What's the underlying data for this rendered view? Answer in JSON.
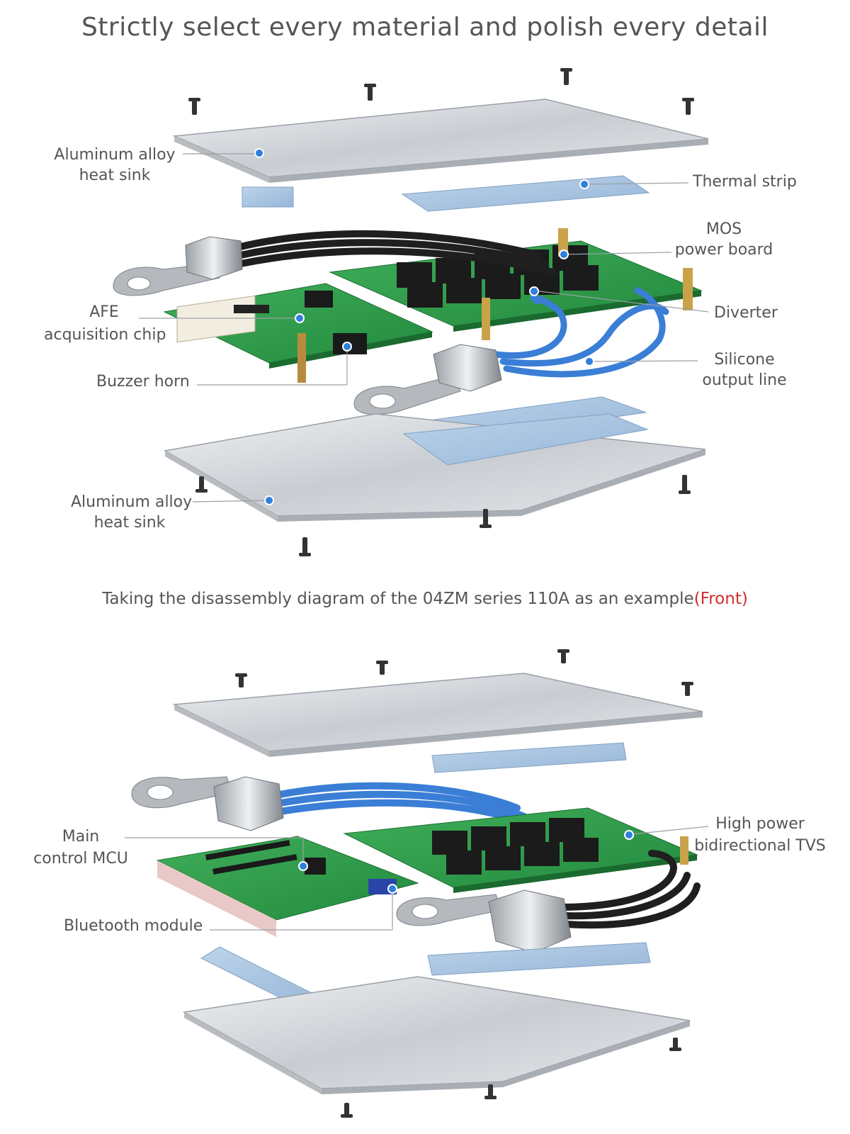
{
  "title": "Strictly select every material and polish every detail",
  "caption": {
    "main": "Taking the disassembly diagram of the 04ZM series 110A as an example",
    "highlight": "(Front)",
    "highlight_color": "#d62a2a"
  },
  "front_labels": {
    "top_heat_sink": [
      "Aluminum alloy",
      "heat sink"
    ],
    "thermal_strip": "Thermal strip",
    "mos_board": [
      "MOS",
      "power board"
    ],
    "afe_chip": [
      "AFE",
      "acquisition chip"
    ],
    "diverter": "Diverter",
    "buzzer": "Buzzer horn",
    "silicone_line": [
      "Silicone",
      "output line"
    ],
    "bottom_heat_sink": [
      "Aluminum alloy",
      "heat sink"
    ]
  },
  "back_labels": {
    "tvs": [
      "High power",
      "bidirectional TVS"
    ],
    "mcu": [
      "Main",
      "control MCU"
    ],
    "bluetooth": "Bluetooth module"
  },
  "colors": {
    "aluminum": "#d6d9dd",
    "thermal_pad": "#a9c4e0",
    "pcb": "#2f9a4a",
    "cable_black": "#1f1f1f",
    "cable_blue": "#3a7ed6",
    "callout_dot": "#2f7fdc"
  }
}
